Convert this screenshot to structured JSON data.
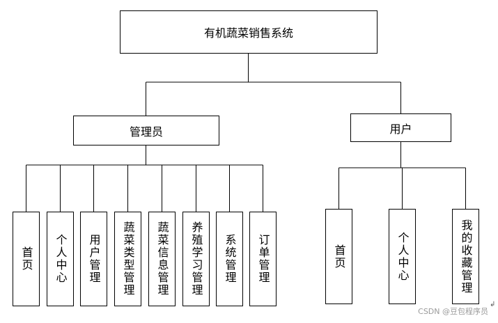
{
  "root": {
    "label": "有机蔬菜销售系统"
  },
  "branches": [
    {
      "label": "管理员",
      "children": [
        "首页",
        "个人中心",
        "用户管理",
        "蔬菜类型管理",
        "蔬菜信息管理",
        "养殖学习管理",
        "系统管理",
        "订单管理"
      ]
    },
    {
      "label": "用户",
      "children": [
        "首页",
        "个人中心",
        "我的收藏管理"
      ]
    }
  ],
  "watermark": "CSDN @豆包程序员",
  "line_color": "#000000"
}
